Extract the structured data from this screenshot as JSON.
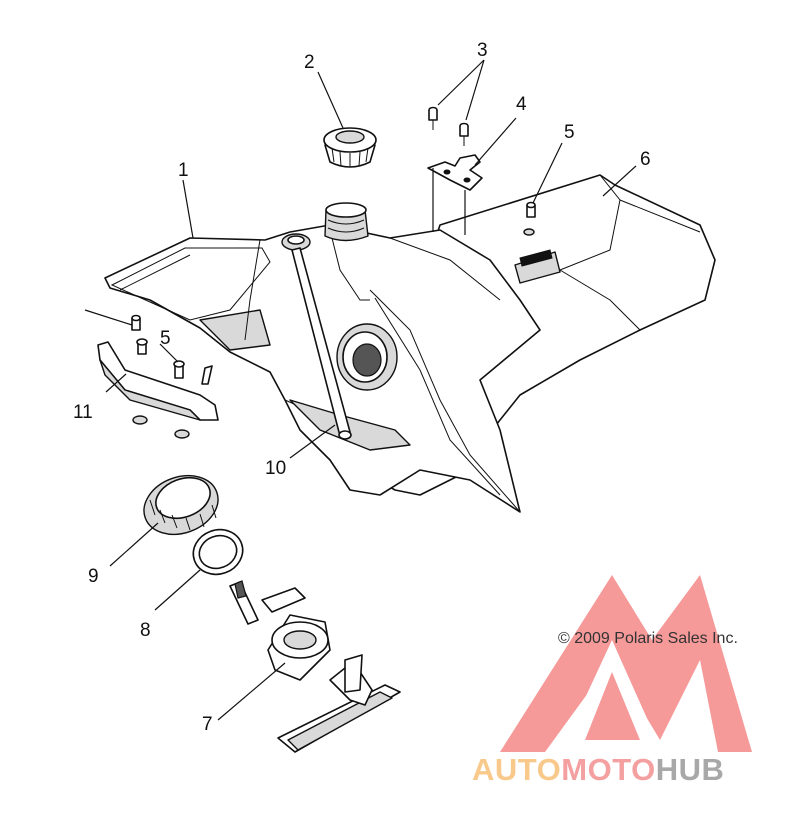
{
  "diagram": {
    "callouts": [
      "1",
      "2",
      "3",
      "4",
      "5",
      "6",
      "5",
      "11",
      "10",
      "9",
      "8",
      "7"
    ],
    "copyright": "© 2009 Polaris Sales Inc."
  },
  "watermark": {
    "part1": "AUTO",
    "part2": "MOTO",
    "part3": "HUB",
    "colors": {
      "auto": "#f8c98a",
      "moto": "#f4a0a0",
      "hub": "#a8a8a8",
      "logo": "#f27a7a"
    }
  }
}
